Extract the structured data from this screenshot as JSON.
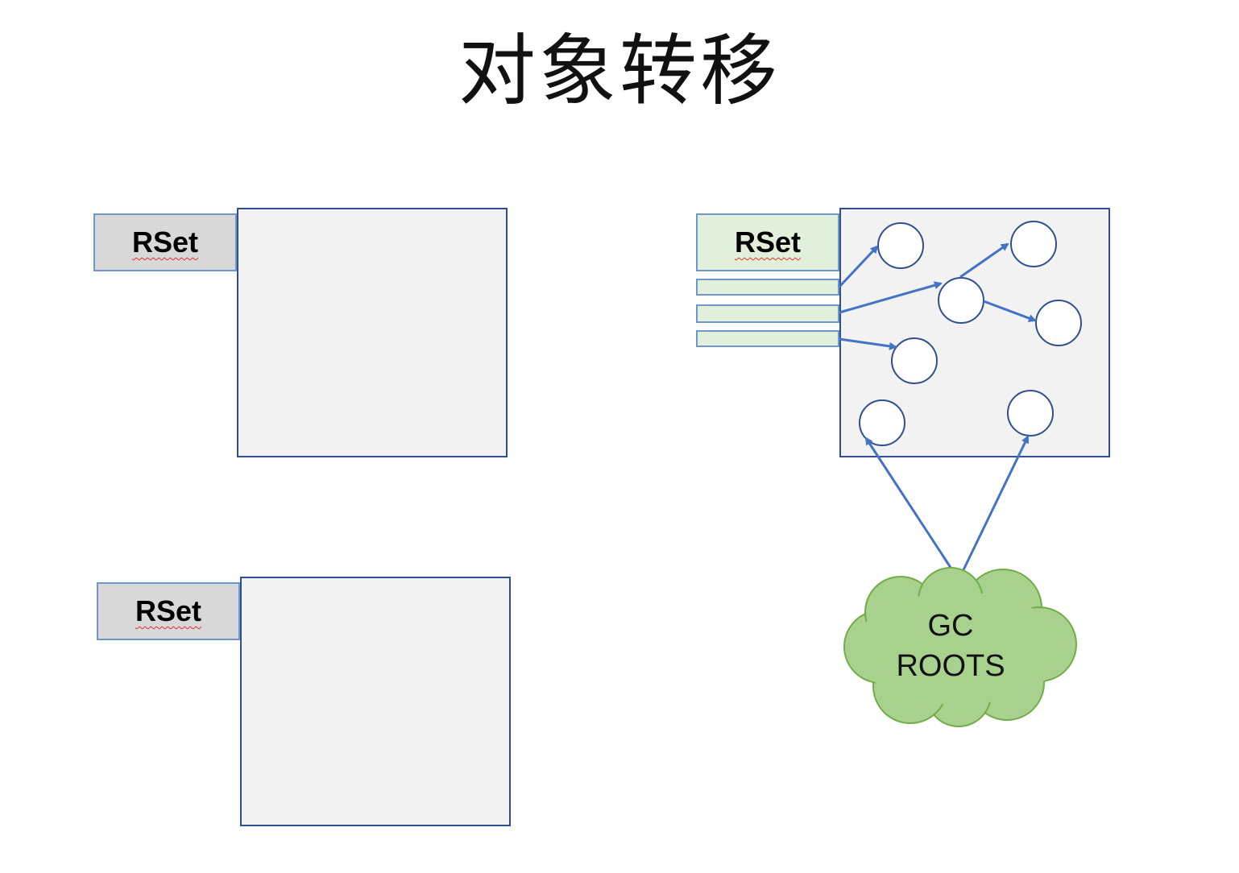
{
  "title": "对象转移",
  "regions": {
    "top_left": {
      "rset_label": "RSet"
    },
    "bottom_left": {
      "rset_label": "RSet"
    },
    "top_right": {
      "rset_label": "RSet",
      "slot_count": 3,
      "object_count": 7
    }
  },
  "gc_roots": {
    "line1": "GC",
    "line2": "ROOTS"
  },
  "colors": {
    "region_fill": "#f2f2f2",
    "region_border": "#2f4f8f",
    "rset_grey": "#d8d8d8",
    "rset_green": "#e2efda",
    "arrow": "#4472c4",
    "cloud_fill": "#a9d18e",
    "cloud_border": "#70ad47"
  }
}
